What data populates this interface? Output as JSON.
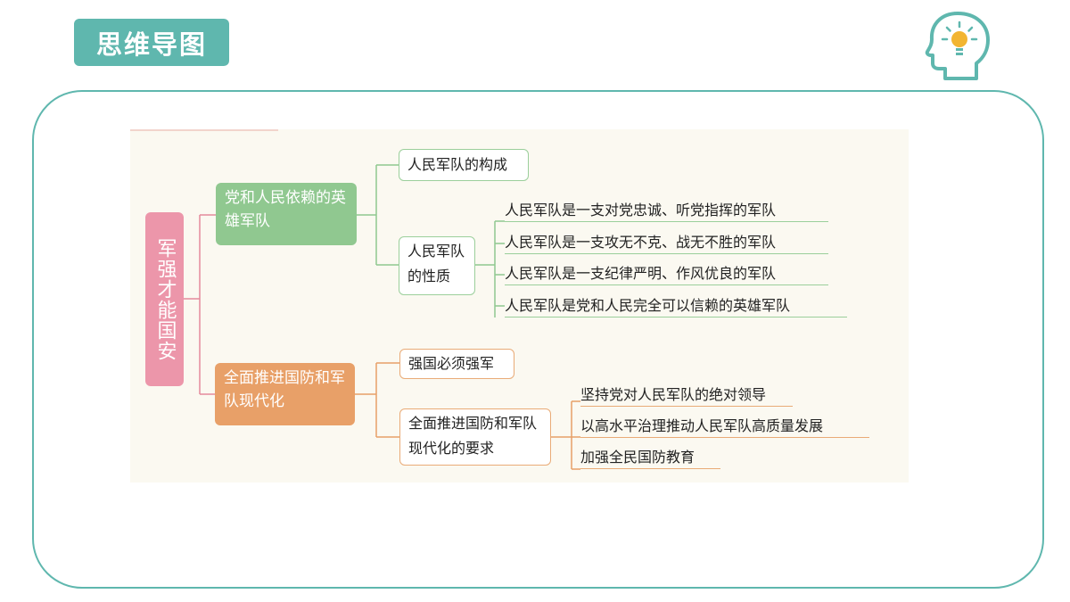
{
  "header": {
    "title": "思维导图",
    "icon": "head-lightbulb-icon",
    "accent_color": "#5fb7ae"
  },
  "mindmap": {
    "root": "军强才能国安",
    "branches": [
      {
        "label": "党和人民依赖的英雄军队",
        "color": "#90c890",
        "children": [
          {
            "label": "人民军队的构成",
            "items": []
          },
          {
            "label": "人民军队的性质",
            "items": [
              "人民军队是一支对党忠诚、听党指挥的军队",
              "人民军队是一支攻无不克、战无不胜的军队",
              "人民军队是一支纪律严明、作风优良的军队",
              "人民军队是党和人民完全可以信赖的英雄军队"
            ]
          }
        ]
      },
      {
        "label": "全面推进国防和军队现代化",
        "color": "#e8a068",
        "children": [
          {
            "label": "强国必须强军",
            "items": []
          },
          {
            "label": "全面推进国防和军队现代化的要求",
            "items": [
              "坚持党对人民军队的绝对领导",
              "以高水平治理推动人民军队高质量发展",
              "加强全民国防教育"
            ]
          }
        ]
      }
    ]
  }
}
